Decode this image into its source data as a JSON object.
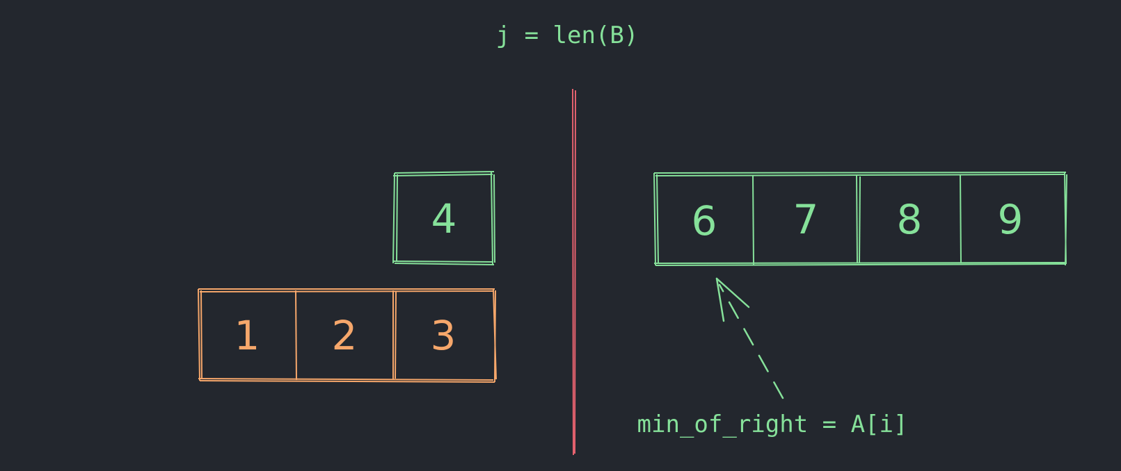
{
  "title": "j = len(B)",
  "colors": {
    "background": "#23272e",
    "green": "#86e19a",
    "orange": "#f6a76b",
    "divider": "#e5626f"
  },
  "left": {
    "single_cell": "4",
    "array_cells": [
      "1",
      "2",
      "3"
    ]
  },
  "right": {
    "array_cells": [
      "6",
      "7",
      "8",
      "9"
    ],
    "pointer_label": "min_of_right = A[i]"
  }
}
